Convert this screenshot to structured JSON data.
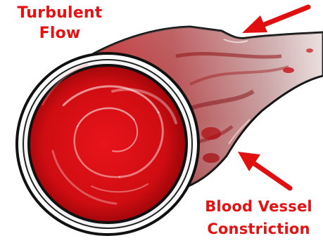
{
  "labels": {
    "turbulent_flow": {
      "line1": "Turbulent",
      "line2": "Flow"
    },
    "constriction": {
      "line1": "Blood Vessel",
      "line2": "Constriction"
    }
  },
  "colors": {
    "label_red": "#e41212",
    "blood_red": "#d40f14",
    "vessel_outline": "#111111",
    "arrow_red": "#e01010"
  },
  "icons": {
    "arrow_top": "arrow-icon",
    "arrow_bottom": "arrow-icon"
  }
}
